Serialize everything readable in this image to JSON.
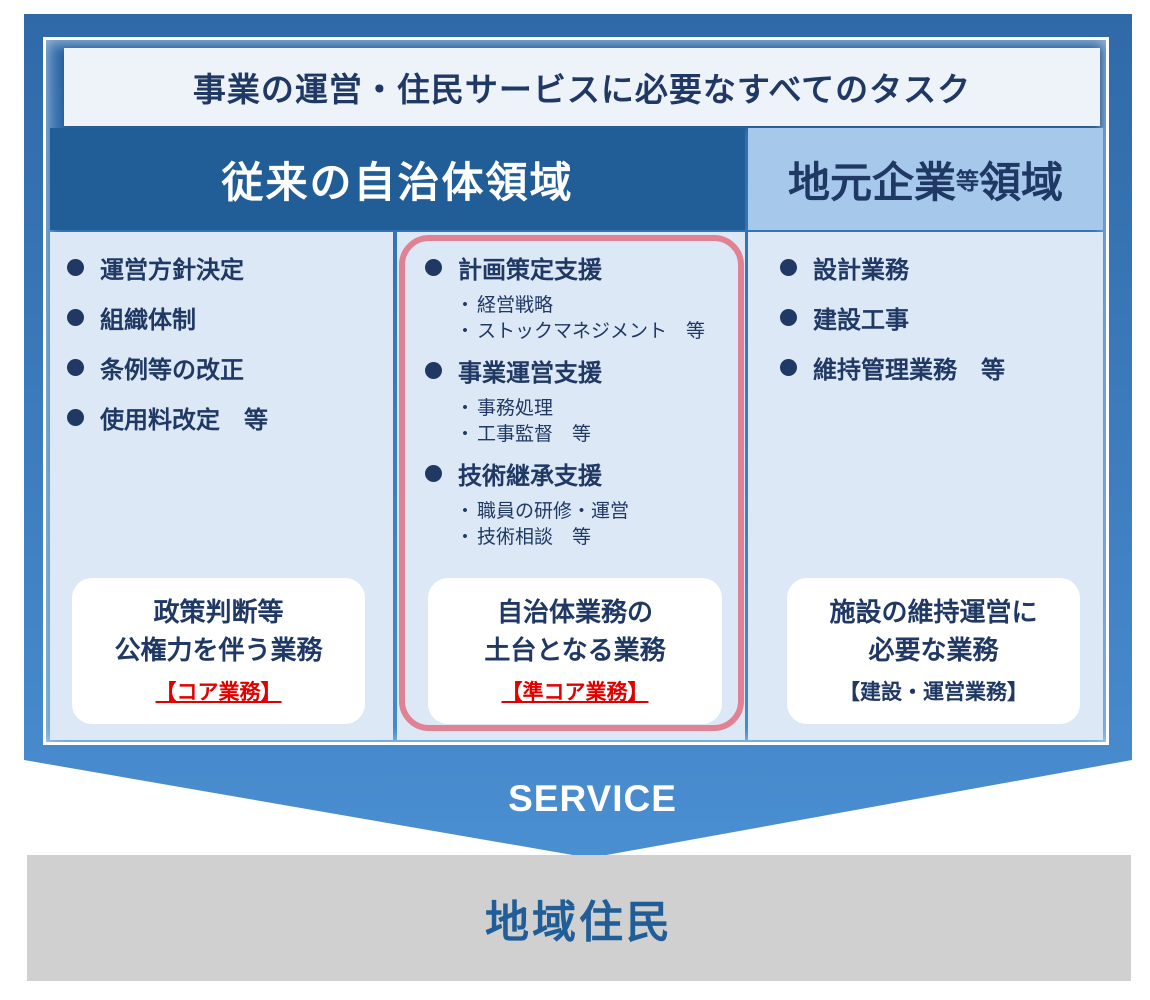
{
  "title": "事業の運営・住民サービスに必要なすべてのタスク",
  "header_left": "従来の自治体領域",
  "header_right": {
    "main1": "地元企業",
    "small": "等",
    "main2": "領域"
  },
  "columns": [
    {
      "items": [
        "運営方針決定",
        "組織体制",
        "条例等の改正",
        "使用料改定　等"
      ],
      "card": {
        "line1": "政策判断等",
        "line2": "公権力を伴う業務",
        "tag": "【コア業務】"
      }
    },
    {
      "groups": [
        {
          "label": "計画策定支援",
          "subs": [
            "経営戦略",
            "ストックマネジメント　等"
          ]
        },
        {
          "label": "事業運営支援",
          "subs": [
            "事務処理",
            "工事監督　等"
          ]
        },
        {
          "label": "技術継承支援",
          "subs": [
            "職員の研修・運営",
            "技術相談　等"
          ]
        }
      ],
      "card": {
        "line1": "自治体業務の",
        "line2": "土台となる業務",
        "tag": "【準コア業務】"
      }
    },
    {
      "items": [
        "設計業務",
        "建設工事",
        "維持管理業務　等"
      ],
      "card": {
        "line1": "施設の維持運営に",
        "line2": "必要な業務",
        "tag": "【建設・運営業務】"
      }
    }
  ],
  "service_label": "SERVICE",
  "residents_label": "地域住民",
  "colors": {
    "frame_blue": "#3f7fc3",
    "header_dark": "#215d97",
    "header_light": "#a6c8ea",
    "column_bg": "#dce8f5",
    "text_navy": "#1f3864",
    "core_red": "#e00000",
    "highlight_pink": "#e06e82",
    "residents_gray": "#d0d0d0"
  }
}
